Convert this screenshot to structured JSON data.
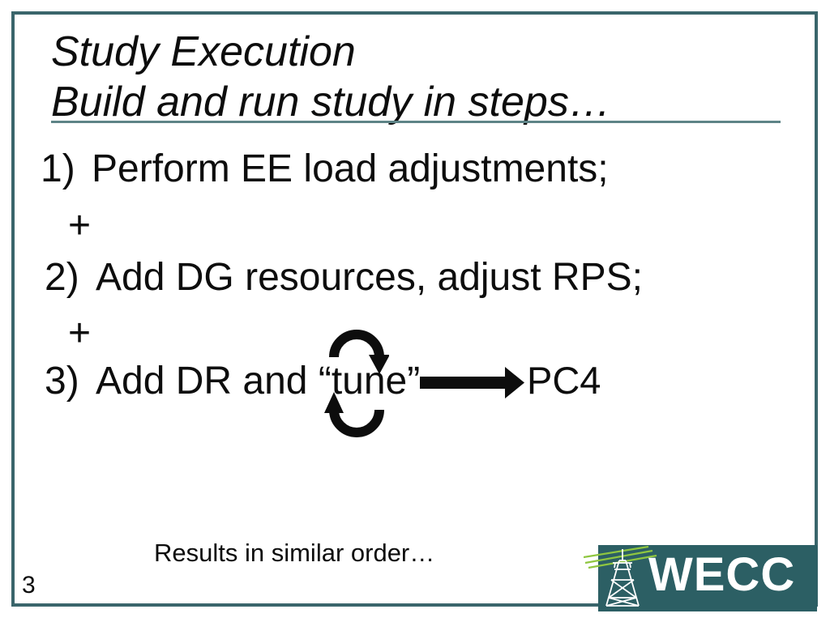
{
  "slide": {
    "title": {
      "line1": "Study Execution",
      "line2": "Build and run study in steps…"
    },
    "steps": [
      {
        "number": "1)",
        "text": "Perform EE load adjustments;"
      },
      {
        "number": "2)",
        "text": "Add DG resources, adjust RPS;"
      },
      {
        "number": "3)",
        "text": "Add DR and “tune”"
      }
    ],
    "connectors": {
      "plus1": "+",
      "plus2": "+"
    },
    "flow": {
      "arrow_target": "PC4"
    },
    "footer": {
      "note": "Results in similar order…",
      "page_number": "3"
    },
    "logo": {
      "text": "WECC"
    },
    "icons": {
      "cycle": "cycle-arrows-icon",
      "arrow": "right-arrow-icon",
      "tower": "transmission-tower-icon"
    },
    "colors": {
      "frame_teal": "#3a656b",
      "rule_teal": "#5e8487",
      "logo_teal": "#2c5f64",
      "logo_green": "#8fc640",
      "text_black": "#0d0d0d",
      "logo_text_white": "#ffffff"
    }
  }
}
